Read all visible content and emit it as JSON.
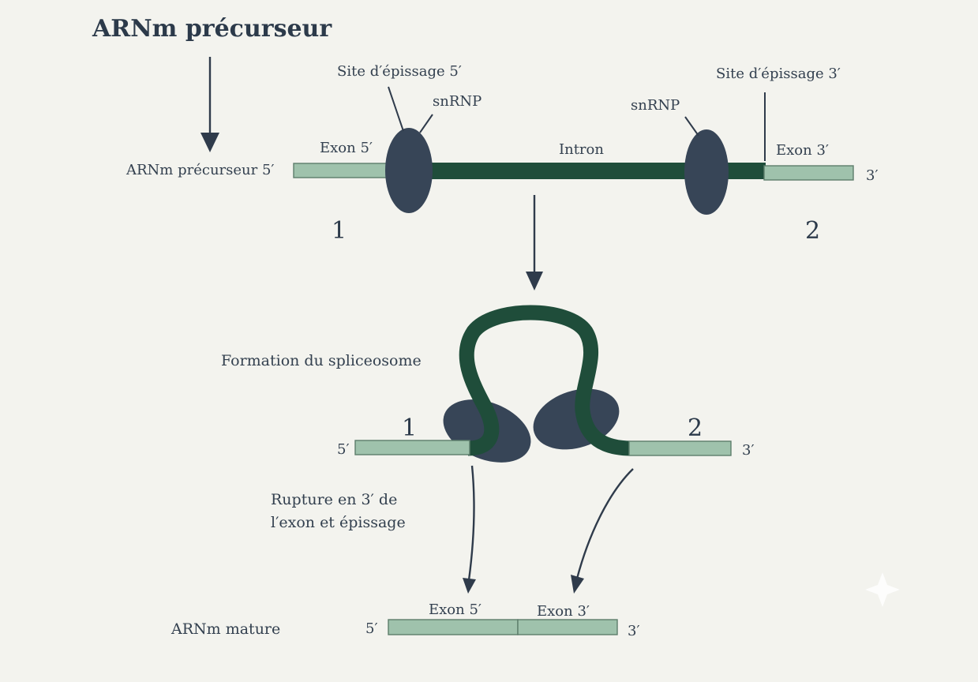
{
  "title": "ARNm précurseur",
  "top": {
    "row_label": "ARNm précurseur 5′",
    "site5_label": "Site d′épissage 5′",
    "site3_label": "Site d′épissage 3′",
    "snrnp_left": "snRNP",
    "snrnp_right": "snRNP",
    "exon5_label": "Exon 5′",
    "intron_label": "Intron",
    "exon3_label": "Exon 3′",
    "end3": "3′",
    "num1": "1",
    "num2": "2"
  },
  "middle": {
    "caption": "Formation du spliceosome",
    "end5": "5′",
    "end3": "3′",
    "num1": "1",
    "num2": "2"
  },
  "step": {
    "caption_line1": "Rupture en 3′ de",
    "caption_line2": "l′exon et épissage"
  },
  "bottom": {
    "row_label": "ARNm mature",
    "end5": "5′",
    "end3": "3′",
    "exon5_label": "Exon 5′",
    "exon3_label": "Exon 3′"
  },
  "colors": {
    "background": "#f3f3ee",
    "exon": "#9fc2ac",
    "intron": "#1f4d3a",
    "snrnp": "#374557",
    "text": "#33404f"
  }
}
